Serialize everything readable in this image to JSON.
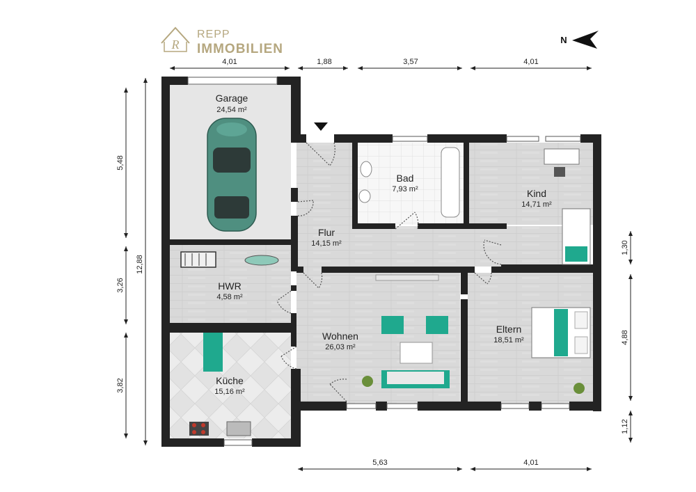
{
  "logo": {
    "line1": "REPP",
    "line2": "IMMOBILIEN",
    "monogram": "R",
    "color": "#b5a77f"
  },
  "compass": {
    "label": "N",
    "icon": "north-arrow-icon"
  },
  "colors": {
    "wall": "#232323",
    "floor": "#d8d8d8",
    "tile": "#f4f4f4",
    "accent": "#1fa98e",
    "dim": "#222222"
  },
  "rooms": {
    "garage": {
      "name": "Garage",
      "area": "24,54 m²"
    },
    "bad": {
      "name": "Bad",
      "area": "7,93 m²"
    },
    "kind": {
      "name": "Kind",
      "area": "14,71 m²"
    },
    "flur": {
      "name": "Flur",
      "area": "14,15 m²"
    },
    "hwr": {
      "name": "HWR",
      "area": "4,58 m²"
    },
    "wohnen": {
      "name": "Wohnen",
      "area": "26,03 m²"
    },
    "eltern": {
      "name": "Eltern",
      "area": "18,51 m²"
    },
    "kueche": {
      "name": "Küche",
      "area": "15,16 m²"
    }
  },
  "dimensions": {
    "top": [
      "4,01",
      "1,88",
      "3,57",
      "4,01"
    ],
    "bottom": [
      "5,63",
      "4,01"
    ],
    "left": [
      "5,48",
      "3,26",
      "3,82"
    ],
    "left_total": "12,88",
    "right": [
      "1,30",
      "4,88",
      "1,12"
    ]
  }
}
